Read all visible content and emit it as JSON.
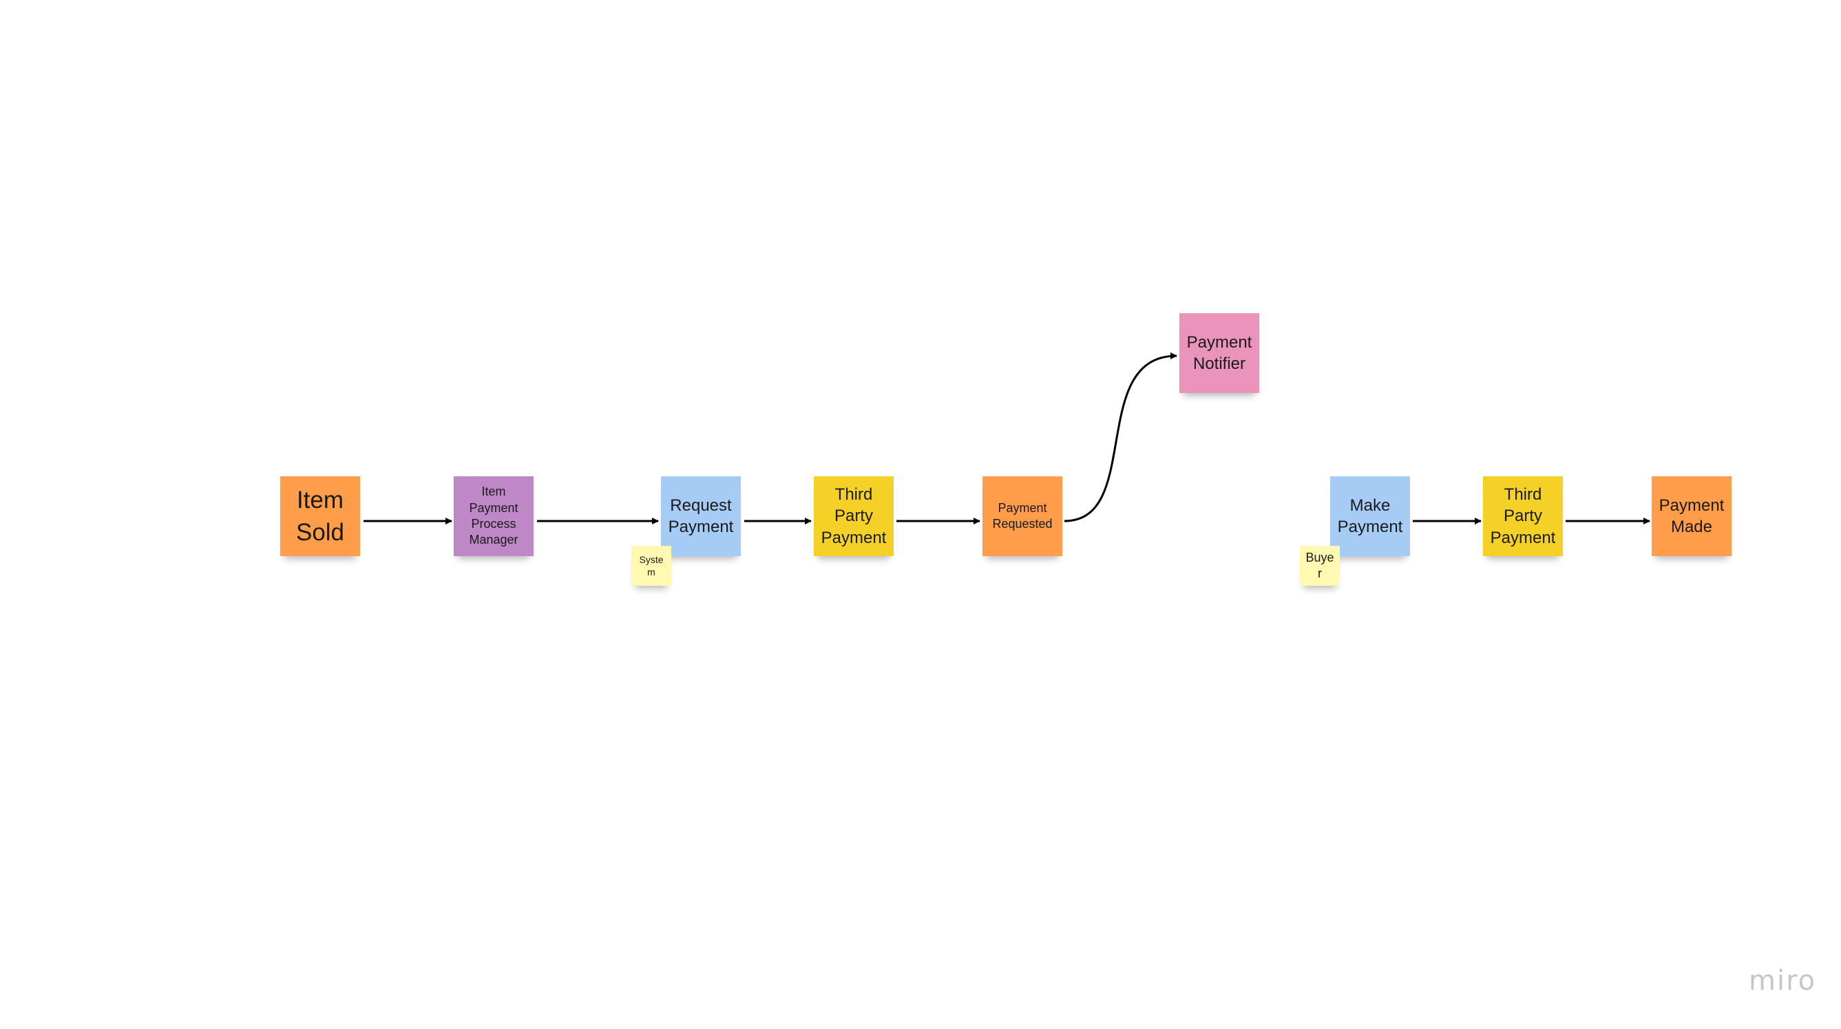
{
  "colors": {
    "event_orange": "#ff9d48",
    "policy_purple": "#be88c7",
    "command_blue": "#a6ccf5",
    "external_yellow": "#f5d128",
    "notifier_pink": "#ea94bb",
    "actor_lightyellow": "#fff9b1",
    "connector": "#000000"
  },
  "stickies": {
    "item_sold": "Item\nSold",
    "item_payment_process_manager": "Item\nPayment\nProcess\nManager",
    "request_payment": "Request\nPayment",
    "system": "System",
    "third_party_payment_1": "Third\nParty\nPayment",
    "payment_requested": "Payment\nRequested",
    "payment_notifier": "Payment\nNotifier",
    "make_payment": "Make\nPayment",
    "buyer": "Buyer",
    "third_party_payment_2": "Third\nParty\nPayment",
    "payment_made": "Payment\nMade"
  },
  "connectors": [
    {
      "from": "Item Sold",
      "to": "Item Payment Process Manager"
    },
    {
      "from": "Item Payment Process Manager",
      "to": "Request Payment"
    },
    {
      "from": "Request Payment",
      "to": "Third Party Payment"
    },
    {
      "from": "Third Party Payment",
      "to": "Payment Requested"
    },
    {
      "from": "Payment Requested",
      "to": "Payment Notifier"
    },
    {
      "from": "Make Payment",
      "to": "Third Party Payment"
    },
    {
      "from": "Third Party Payment",
      "to": "Payment Made"
    }
  ],
  "watermark": {
    "text": "miro"
  }
}
